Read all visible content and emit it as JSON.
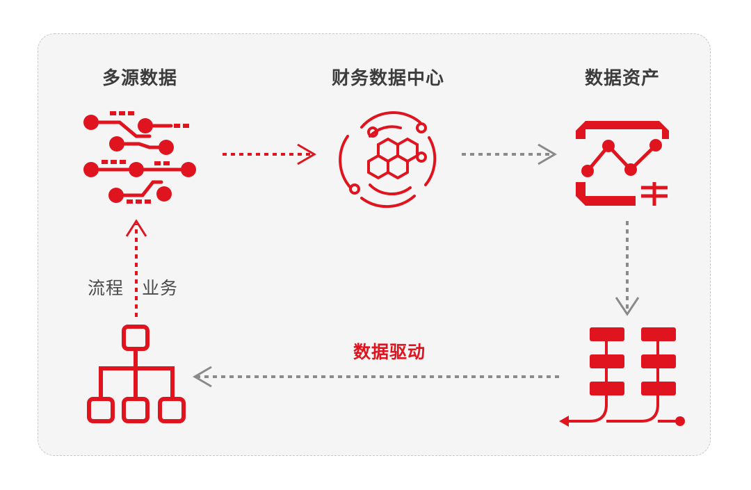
{
  "diagram": {
    "nodes": {
      "multi_source": {
        "label": "多源数据",
        "icon": "circuit-icon"
      },
      "finance_center": {
        "label": "财务数据中心",
        "icon": "hexagon-hub-icon"
      },
      "data_assets": {
        "label": "数据资产",
        "icon": "asset-chart-yen-icon"
      },
      "data_layers": {
        "icon": "stacked-layers-icon"
      },
      "org_structure": {
        "icon": "org-chart-icon"
      }
    },
    "edges": {
      "drive_label": "数据驱动",
      "process_label": "流程",
      "business_label": "业务"
    },
    "colors": {
      "accent": "#e0141e",
      "arrow_grey": "#8a8a8a",
      "text_dark": "#3c3c3c",
      "background": "#f5f5f5"
    }
  }
}
